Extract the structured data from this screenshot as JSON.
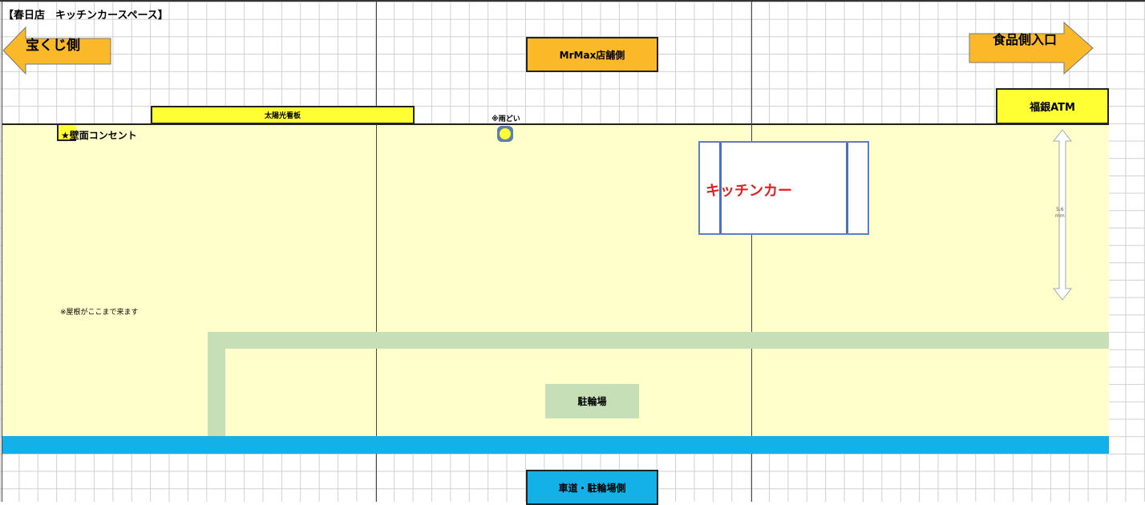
{
  "title": "【春日店　キッチンカースペース】",
  "left_arrow": "宝くじ側",
  "right_arrow": "食品側入口",
  "top_center": "MrMax店舗側",
  "atm": "福銀ATM",
  "solar_sign": "太陽光看板",
  "gutter": "※雨どい",
  "outlet": "★壁面コンセント",
  "kitchen_car": "キッチンカー",
  "roof_note": "※屋根がここまで来ます",
  "bike_parking": "駐輪場",
  "bottom_label": "車道・駐輪場側",
  "dimension": {
    "value": "5.6",
    "unit": "mm"
  },
  "colors": {
    "area": "#ffffcc",
    "orange": "#fbb829",
    "yellow": "#ffff33",
    "green": "#c6dfb6",
    "blue": "#14b0e8",
    "kitchen_text": "#e02020"
  }
}
